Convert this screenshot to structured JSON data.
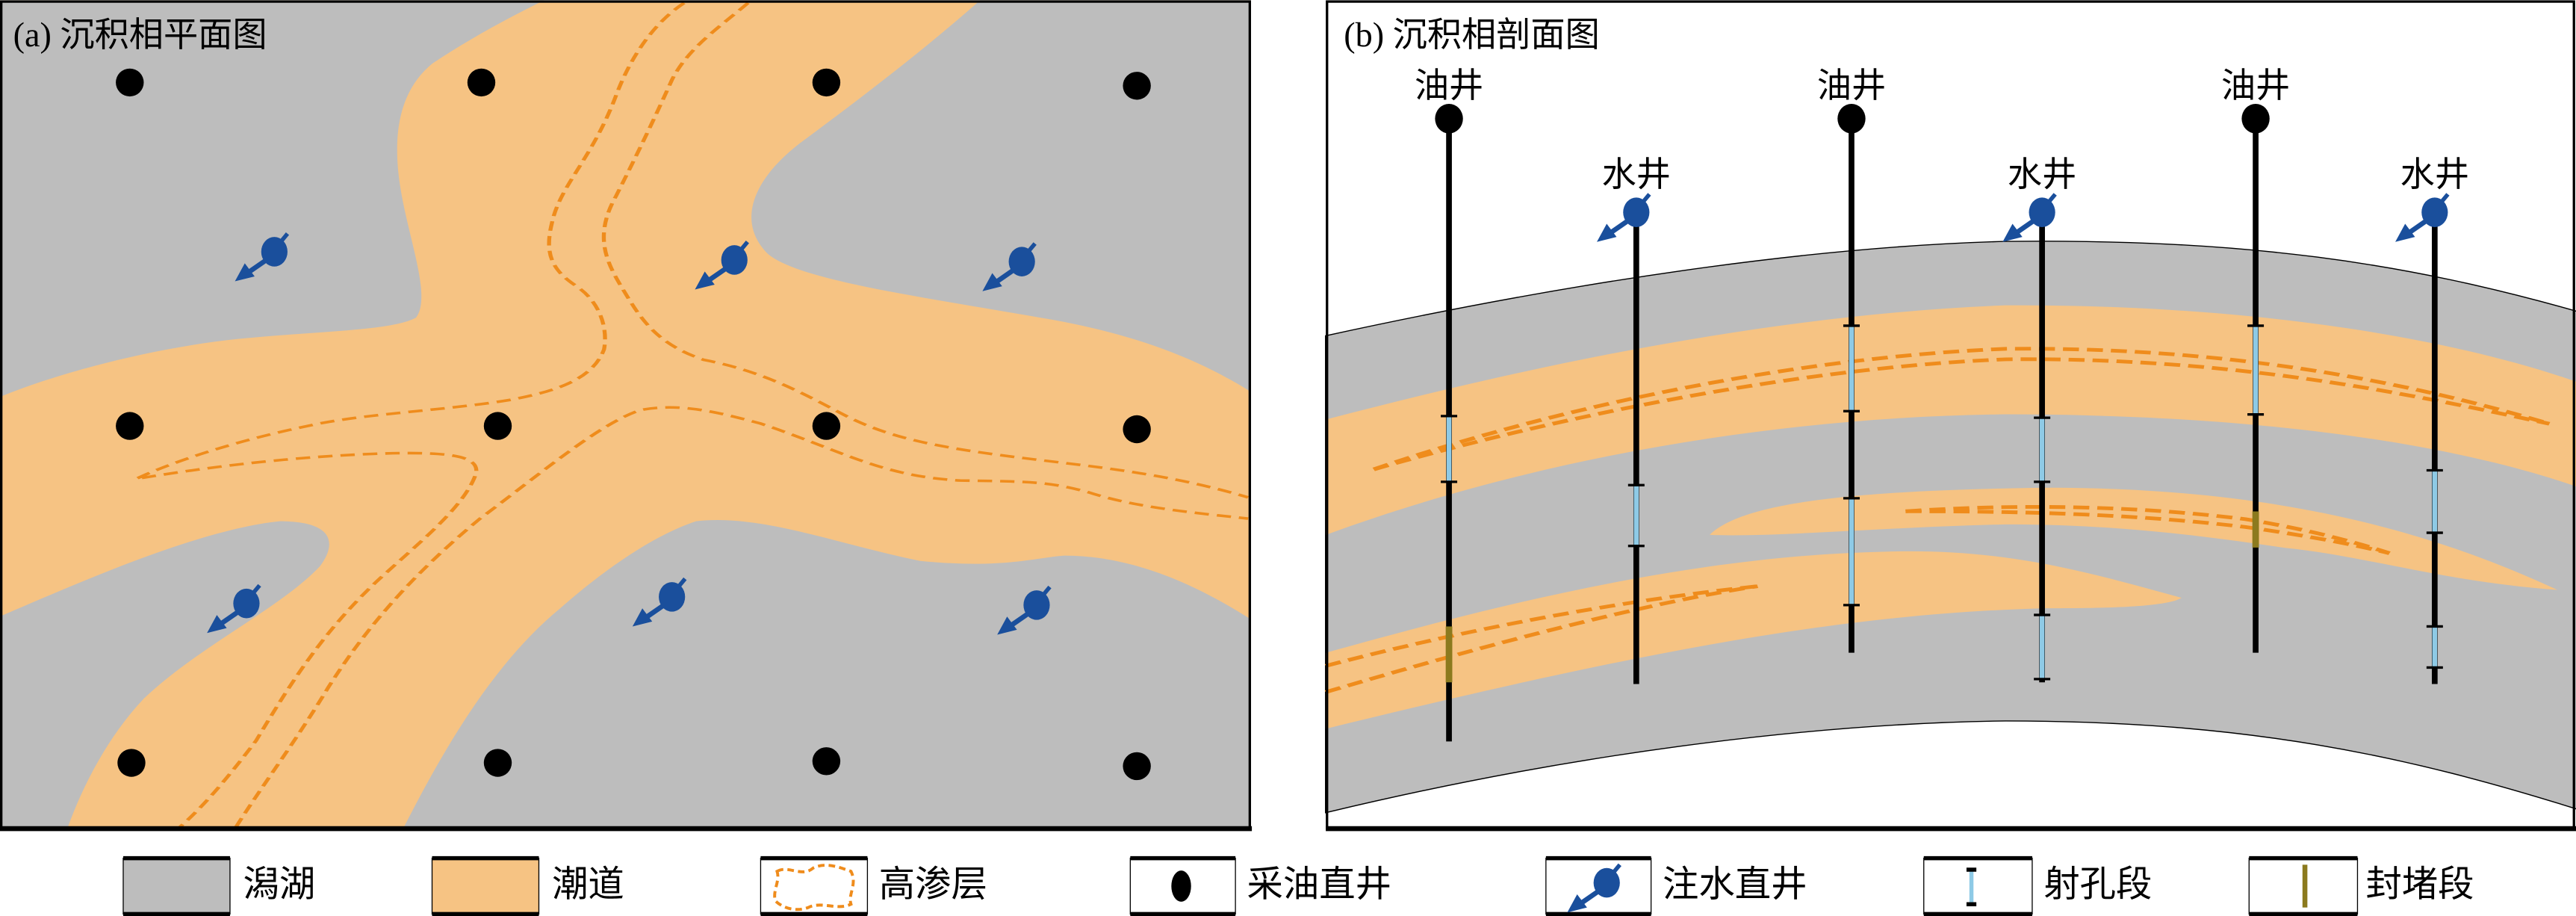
{
  "panel_a": {
    "title": "(a) 沉积相平面图"
  },
  "panel_b": {
    "title": "(b) 沉积相剖面图",
    "oil_well_label": "油井",
    "water_well_label": "水井",
    "oil_wells": [
      "油井",
      "油井",
      "油井"
    ],
    "water_wells": [
      "水井",
      "水井",
      "水井"
    ]
  },
  "legend": {
    "items": [
      {
        "label": "潟湖",
        "icon": "lagoon-swatch"
      },
      {
        "label": "潮道",
        "icon": "tidal-channel-swatch"
      },
      {
        "label": "高渗层",
        "icon": "high-permeability-dashed-outline"
      },
      {
        "label": "采油直井",
        "icon": "oil-well-dot"
      },
      {
        "label": "注水直井",
        "icon": "injection-well-arrow"
      },
      {
        "label": "射孔段",
        "icon": "perforation-segment"
      },
      {
        "label": "封堵段",
        "icon": "plugging-segment"
      }
    ]
  },
  "colors": {
    "lagoon": "#bdbdbd",
    "channel": "#f6c383",
    "high_perm": "#ef8c1c",
    "injection": "#1a4f9c",
    "perforation": "#8ecae6",
    "plugging": "#8c7a1e"
  }
}
